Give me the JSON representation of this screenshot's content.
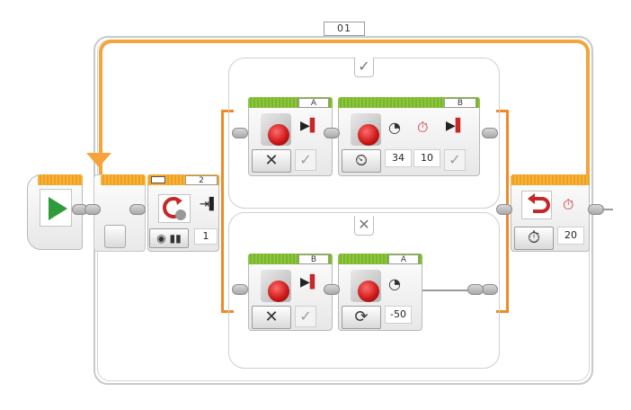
{
  "loop": {
    "label": "01"
  },
  "start": {
    "icon": "play-icon"
  },
  "switch": {
    "port_label": "2",
    "compare_value": "1",
    "true_tab": "✓",
    "false_tab": "✕"
  },
  "case_true": {
    "block1": {
      "port": "A",
      "mode_icon": "off-x-icon",
      "param_icon": "brake-check-icon"
    },
    "block2": {
      "port": "B",
      "power": "34",
      "seconds": "10",
      "mode_icon": "timer-icon",
      "param_icon": "brake-check-icon"
    }
  },
  "case_false": {
    "block1": {
      "port": "B",
      "mode_icon": "off-x-icon",
      "param_icon": "brake-check-icon"
    },
    "block2": {
      "port": "A",
      "power": "-50",
      "mode_icon": "on-rotate-icon"
    }
  },
  "wait": {
    "seconds": "20",
    "mode_icon": "stopwatch-icon"
  },
  "colors": {
    "wire": "#f5a33a",
    "switch": "#f08a24",
    "motor_bar": "#8cc63f",
    "flow_bar": "#f7b23b"
  }
}
